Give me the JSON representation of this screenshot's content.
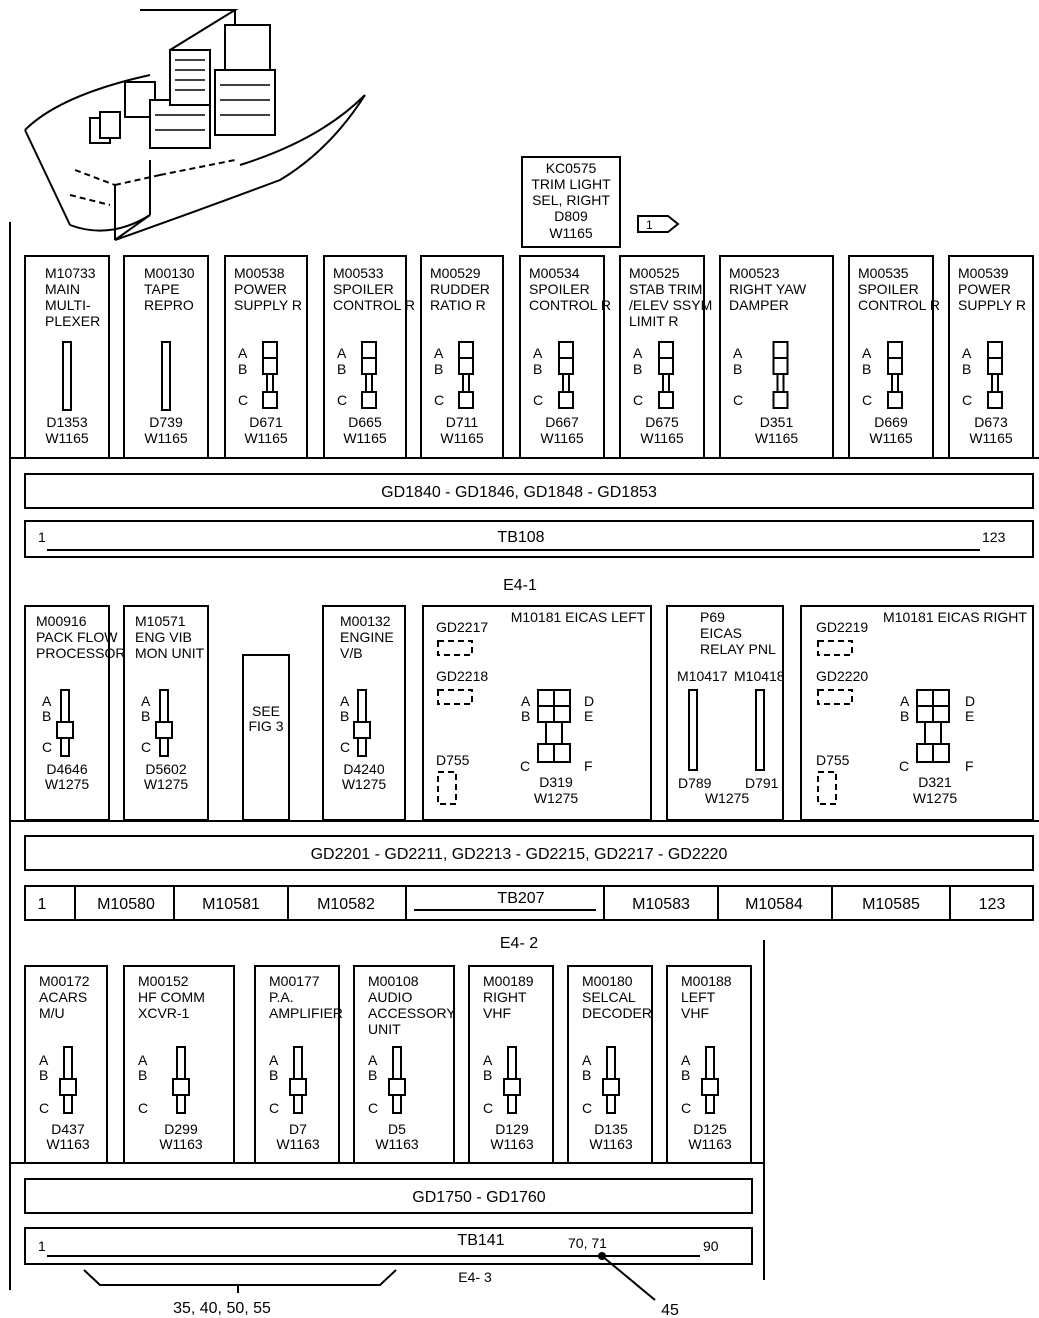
{
  "callout_box": {
    "lines": [
      "KC0575",
      "TRIM LIGHT",
      "SEL, RIGHT",
      "D809",
      "W1165"
    ]
  },
  "flag_label": "1",
  "row1": [
    {
      "lines": [
        "M10733",
        "MAIN",
        "MULTI-",
        "PLEXER"
      ],
      "conn": "bar",
      "bottom": [
        "D1353",
        "W1165"
      ]
    },
    {
      "lines": [
        "M00130",
        "TAPE",
        "REPRO"
      ],
      "conn": "bar",
      "bottom": [
        "D739",
        "W1165"
      ]
    },
    {
      "lines": [
        "M00538",
        "POWER",
        "SUPPLY R"
      ],
      "conn": "abc",
      "bottom": [
        "D671",
        "W1165"
      ]
    },
    {
      "lines": [
        "M00533",
        "SPOILER",
        "CONTROL R"
      ],
      "conn": "abc",
      "bottom": [
        "D665",
        "W1165"
      ]
    },
    {
      "lines": [
        "M00529",
        "RUDDER",
        "RATIO R"
      ],
      "conn": "abc",
      "bottom": [
        "D711",
        "W1165"
      ]
    },
    {
      "lines": [
        "M00534",
        "SPOILER",
        "CONTROL R"
      ],
      "conn": "abc",
      "bottom": [
        "D667",
        "W1165"
      ]
    },
    {
      "lines": [
        "M00525",
        "STAB TRIM",
        "/ELEV SSYM",
        "LIMIT R"
      ],
      "conn": "abc",
      "bottom": [
        "D675",
        "W1165"
      ]
    },
    {
      "lines": [
        "M00523",
        "RIGHT YAW",
        "DAMPER"
      ],
      "conn": "abc",
      "bottom": [
        "D351",
        "W1165"
      ]
    },
    {
      "lines": [
        "M00535",
        "SPOILER",
        "CONTROL R"
      ],
      "conn": "abc",
      "bottom": [
        "D669",
        "W1165"
      ]
    },
    {
      "lines": [
        "M00539",
        "POWER",
        "SUPPLY R"
      ],
      "conn": "abc",
      "bottom": [
        "D673",
        "W1165"
      ]
    }
  ],
  "pin_labels": {
    "a": "A",
    "b": "B",
    "c": "C",
    "d": "D",
    "e": "E",
    "f": "F"
  },
  "gd_strip_1": "GD1840 - GD1846, GD1848 - GD1853",
  "tb108": {
    "left": "1",
    "name": "TB108",
    "right": "123"
  },
  "shelf_1": "E4-1",
  "row2_simple": [
    {
      "lines": [
        "M00916",
        "PACK FLOW",
        "PROCESSOR"
      ],
      "bottom": [
        "D4646",
        "W1275"
      ]
    },
    {
      "lines": [
        "M10571",
        "ENG VIB",
        "MON UNIT"
      ],
      "bottom": [
        "D5602",
        "W1275"
      ]
    },
    {
      "lines": [
        "M00132",
        "ENGINE",
        "V/B"
      ],
      "bottom": [
        "D4240",
        "W1275"
      ]
    }
  ],
  "see_fig": [
    "SEE",
    "FIG 3"
  ],
  "eicas_left": {
    "title": "M10181 EICAS LEFT",
    "gd_a": "GD2217",
    "gd_b": "GD2218",
    "d755": "D755",
    "d": "D319",
    "w": "W1275"
  },
  "p69": {
    "lines": [
      "P69",
      "EICAS",
      "RELAY PNL"
    ],
    "m_left": "M10417",
    "m_right": "M10418",
    "d_left": "D789",
    "d_right": "D791",
    "w": "W1275"
  },
  "eicas_right": {
    "title": "M10181 EICAS RIGHT",
    "gd_a": "GD2219",
    "gd_b": "GD2220",
    "d755": "D755",
    "d": "D321",
    "w": "W1275"
  },
  "gd_strip_2": "GD2201 - GD2211, GD2213 - GD2215, GD2217 - GD2220",
  "tb207": {
    "cells": [
      "1",
      "M10580",
      "M10581",
      "M10582",
      "TB207",
      "M10583",
      "M10584",
      "M10585",
      "123"
    ]
  },
  "shelf_2": "E4- 2",
  "row3": [
    {
      "lines": [
        "M00172",
        "ACARS",
        "M/U"
      ],
      "bottom": [
        "D437",
        "W1163"
      ]
    },
    {
      "lines": [
        "M00152",
        "HF COMM",
        "XCVR-1"
      ],
      "bottom": [
        "D299",
        "W1163"
      ]
    },
    {
      "lines": [
        "M00177",
        "P.A.",
        "AMPLIFIER"
      ],
      "bottom": [
        "D7",
        "W1163"
      ]
    },
    {
      "lines": [
        "M00108",
        "AUDIO",
        "ACCESSORY",
        "UNIT"
      ],
      "bottom": [
        "D5",
        "W1163"
      ]
    },
    {
      "lines": [
        "M00189",
        "RIGHT",
        "VHF"
      ],
      "bottom": [
        "D129",
        "W1163"
      ]
    },
    {
      "lines": [
        "M00180",
        "SELCAL",
        "DECODER"
      ],
      "bottom": [
        "D135",
        "W1163"
      ]
    },
    {
      "lines": [
        "M00188",
        "LEFT",
        "VHF"
      ],
      "bottom": [
        "D125",
        "W1163"
      ]
    }
  ],
  "gd_strip_3": "GD1750 - GD1760",
  "tb141": {
    "left": "1",
    "name": "TB141",
    "mid": "70, 71",
    "right": "90"
  },
  "shelf_3": "E4- 3",
  "callout_bottom_left": "35, 40, 50, 55",
  "callout_bottom_right": "45"
}
